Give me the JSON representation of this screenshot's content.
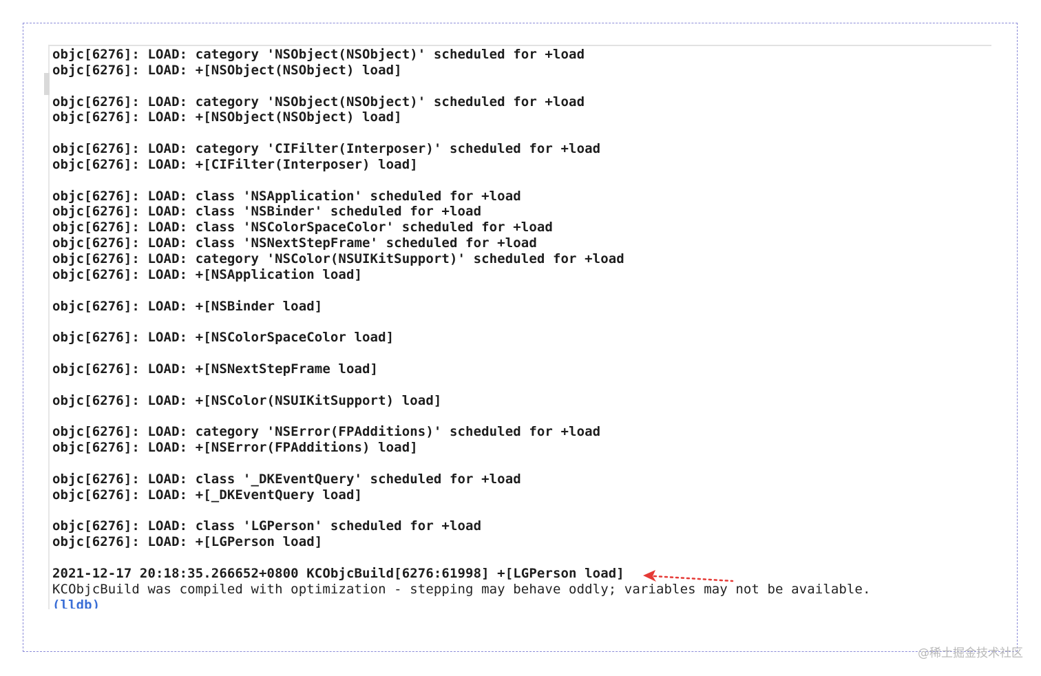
{
  "console": {
    "lines": [
      "objc[6276]: LOAD: category 'NSObject(NSObject)' scheduled for +load",
      "objc[6276]: LOAD: +[NSObject(NSObject) load]",
      "",
      "objc[6276]: LOAD: category 'NSObject(NSObject)' scheduled for +load",
      "objc[6276]: LOAD: +[NSObject(NSObject) load]",
      "",
      "objc[6276]: LOAD: category 'CIFilter(Interposer)' scheduled for +load",
      "objc[6276]: LOAD: +[CIFilter(Interposer) load]",
      "",
      "objc[6276]: LOAD: class 'NSApplication' scheduled for +load",
      "objc[6276]: LOAD: class 'NSBinder' scheduled for +load",
      "objc[6276]: LOAD: class 'NSColorSpaceColor' scheduled for +load",
      "objc[6276]: LOAD: class 'NSNextStepFrame' scheduled for +load",
      "objc[6276]: LOAD: category 'NSColor(NSUIKitSupport)' scheduled for +load",
      "objc[6276]: LOAD: +[NSApplication load]",
      "",
      "objc[6276]: LOAD: +[NSBinder load]",
      "",
      "objc[6276]: LOAD: +[NSColorSpaceColor load]",
      "",
      "objc[6276]: LOAD: +[NSNextStepFrame load]",
      "",
      "objc[6276]: LOAD: +[NSColor(NSUIKitSupport) load]",
      "",
      "objc[6276]: LOAD: category 'NSError(FPAdditions)' scheduled for +load",
      "objc[6276]: LOAD: +[NSError(FPAdditions) load]",
      "",
      "objc[6276]: LOAD: class '_DKEventQuery' scheduled for +load",
      "objc[6276]: LOAD: +[_DKEventQuery load]",
      "",
      "objc[6276]: LOAD: class 'LGPerson' scheduled for +load",
      "objc[6276]: LOAD: +[LGPerson load]",
      "",
      "2021-12-17 20:18:35.266652+0800 KCObjcBuild[6276:61998] +[LGPerson load]"
    ],
    "warning": "KCObjcBuild was compiled with optimization - stepping may behave oddly; variables may not be available.",
    "prompt": "(lldb)"
  },
  "annotation": {
    "arrow_color": "#e53935"
  },
  "watermark": "@稀土掘金技术社区"
}
